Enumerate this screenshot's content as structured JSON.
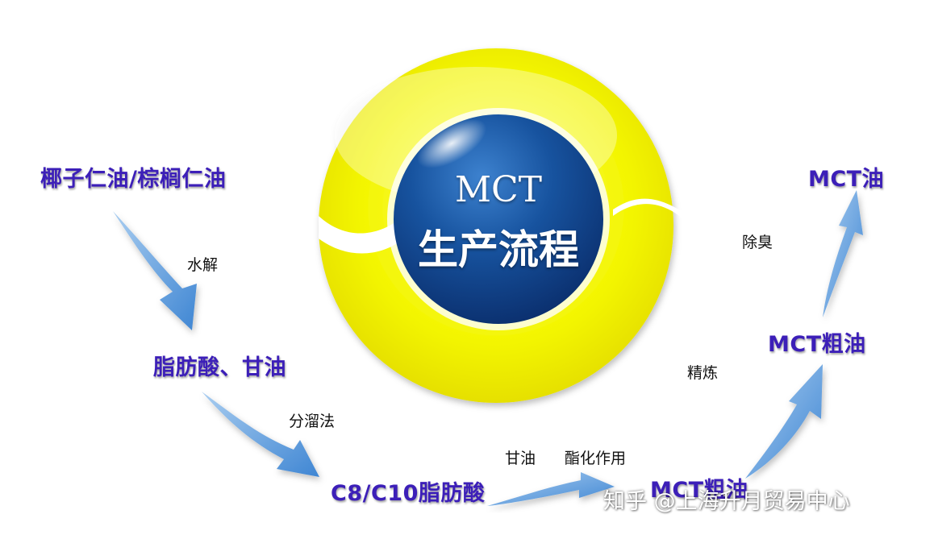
{
  "center": {
    "line1": "MCT",
    "line2": "生产流程"
  },
  "stages": [
    "椰子仁油/棕榈仁油",
    "脂肪酸、甘油",
    "C8/C10脂肪酸",
    "MCT粗油",
    "MCT粗油",
    "MCT油"
  ],
  "steps": {
    "hydrolysis": "水解",
    "fractionation": "分溜法",
    "glycerol": "甘油",
    "esterification": "酯化作用",
    "refining": "精炼",
    "deodorization": "除臭"
  },
  "watermark": "知乎 @上海升月贸易中心",
  "colors": {
    "ring": "#f3f500",
    "sphere": "#13479a",
    "arrow": "#4a8fd6",
    "stage_text": "#3c1fb8"
  }
}
